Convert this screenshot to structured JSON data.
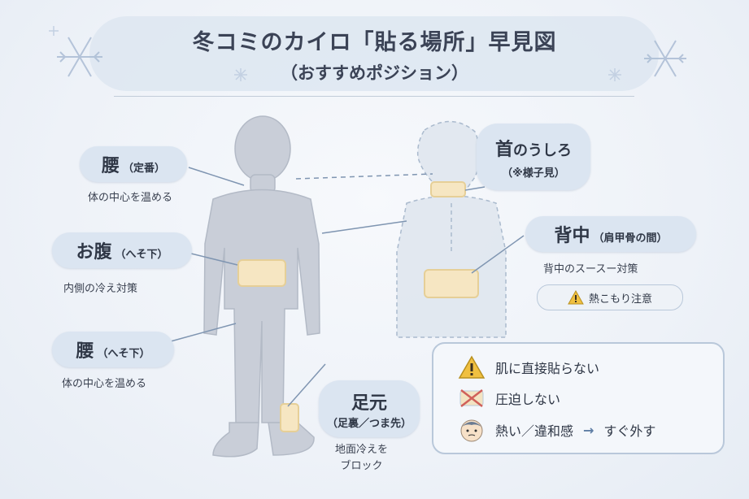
{
  "header": {
    "title": "冬コミのカイロ「貼る場所」早見図",
    "subtitle": "（おすすめポジション）"
  },
  "labels": {
    "left_waist_top": {
      "main": "腰",
      "sub": "（定番）",
      "desc": "体の中心を温める"
    },
    "belly": {
      "main": "お腹",
      "sub": "（へそ下）",
      "desc": "内側の冷え対策"
    },
    "left_waist_bottom": {
      "main": "腰",
      "sub": "（へそ下）",
      "desc": "体の中心を温める"
    },
    "feet": {
      "main": "足元",
      "sub": "（足裏／つま先）",
      "desc_line1": "地面冷えを",
      "desc_line2": "ブロック"
    },
    "neck": {
      "main": "首",
      "main_suffix": "のうしろ",
      "sub": "（※様子見）"
    },
    "back": {
      "main": "背中",
      "sub": "（肩甲骨の間）",
      "desc": "背中のスースー対策"
    }
  },
  "badge": {
    "text": "熱こもり注意",
    "icon": "warning-icon"
  },
  "notes": [
    {
      "icon": "warning-icon",
      "text": "肌に直接貼らない"
    },
    {
      "icon": "cross-out-icon",
      "text": "圧迫しない"
    },
    {
      "icon": "face-icon",
      "text_before": "熱い／違和感",
      "arrow": "→",
      "text_after": "すぐ外す"
    }
  ],
  "colors": {
    "accent": "#dbe5f1",
    "body_fill": "#c9ced8",
    "back_fill": "#dfe6ef",
    "pad_fill": "#f6e6c2",
    "warning": "#f0c040"
  }
}
